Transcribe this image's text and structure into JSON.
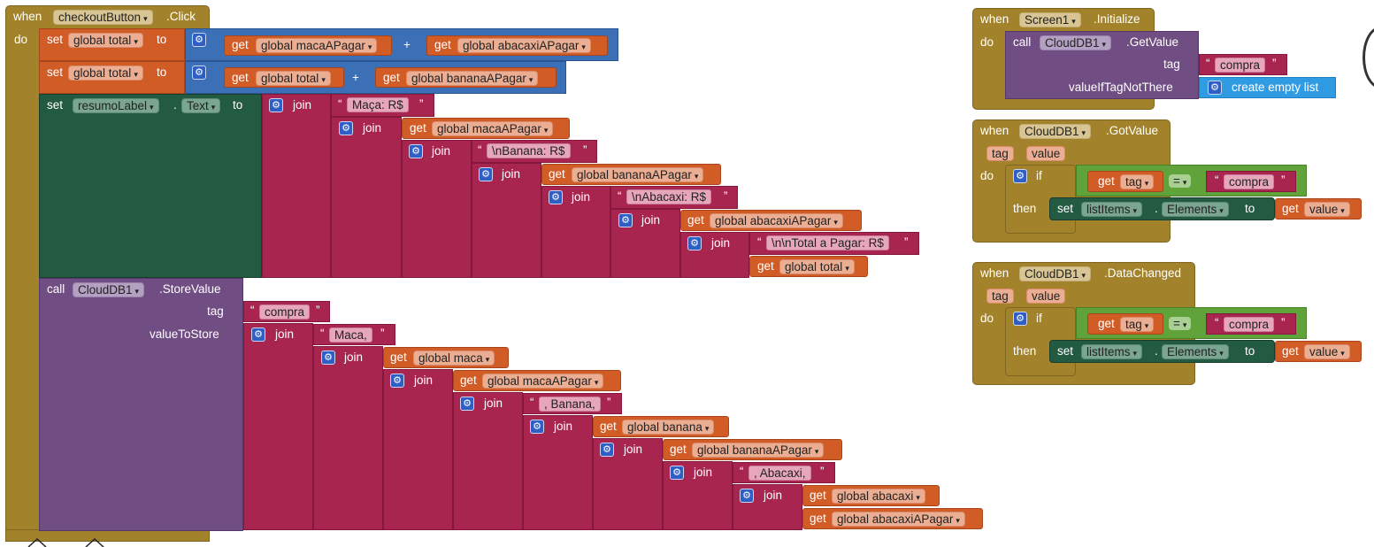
{
  "kw": {
    "when": "when",
    "do": "do",
    "set": "set",
    "to": "to",
    "get": "get",
    "join": "join",
    "call": "call",
    "tag": "tag",
    "if": "if",
    "then": "then",
    "plus": "+",
    "eq": "=",
    "dot": ".",
    "lq": "“",
    "rq": "”",
    "drop": "▾"
  },
  "checkout": {
    "component": "checkoutButton",
    "event": ".Click",
    "set1_var": "global total",
    "set1_a": "global macaAPagar",
    "set1_b": "global abacaxiAPagar",
    "set2_var": "global total",
    "set2_a": "global total",
    "set2_b": "global bananaAPagar",
    "set3_comp": "resumoLabel",
    "set3_prop": "Text",
    "j_str1": "Maça: R$",
    "j_get1": "global macaAPagar",
    "j_str2": "\\nBanana: R$",
    "j_get2": "global bananaAPagar",
    "j_str3": "\\nAbacaxi: R$",
    "j_get3": "global abacaxiAPagar",
    "j_str4": "\\n\\nTotal a Pagar: R$",
    "j_get4": "global total",
    "call_comp": "CloudDB1",
    "call_method": ".StoreValue",
    "tag_label": "tag",
    "tag_value": "compra",
    "value_label": "valueToStore",
    "s_str1": "Maca,",
    "s_get1": "global maca",
    "s_get2": "global macaAPagar",
    "s_str2": ", Banana,",
    "s_get3": "global banana",
    "s_get4": "global bananaAPagar",
    "s_str3": ", Abacaxi,",
    "s_get5": "global abacaxi",
    "s_get6": "global abacaxiAPagar"
  },
  "init": {
    "component": "Screen1",
    "event": ".Initialize",
    "call_comp": "CloudDB1",
    "call_method": ".GetValue",
    "tag_value": "compra",
    "not_there_label": "valueIfTagNotThere",
    "empty_list": "create empty list"
  },
  "got": {
    "component": "CloudDB1",
    "event": ".GotValue",
    "p1": "tag",
    "p2": "value",
    "get_tag": "tag",
    "str": "compra",
    "set_comp": "listItems",
    "set_prop": "Elements",
    "get_val": "value"
  },
  "changed": {
    "component": "CloudDB1",
    "event": ".DataChanged",
    "p1": "tag",
    "p2": "value",
    "get_tag": "tag",
    "str": "compra",
    "set_comp": "listItems",
    "set_prop": "Elements",
    "get_val": "value"
  }
}
